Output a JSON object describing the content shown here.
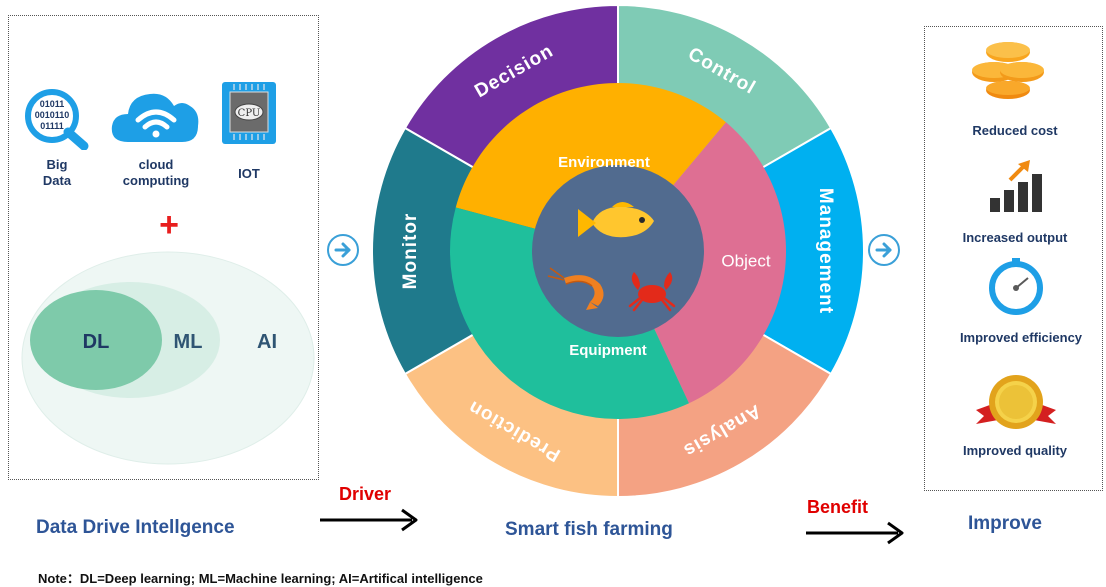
{
  "left_panel": {
    "tech_items": [
      {
        "label_line1": "Big",
        "label_line2": "Data",
        "icon": "big-data-icon",
        "binary_lines": [
          "01011",
          "0010110",
          "01111"
        ]
      },
      {
        "label_line1": "cloud",
        "label_line2": "computing",
        "icon": "cloud-wifi-icon"
      },
      {
        "label_line1": "IOT",
        "label_line2": "",
        "icon": "cpu-chip-icon",
        "chip_text": "CPU"
      }
    ],
    "plus_symbol": "+",
    "venn": {
      "inner": "DL",
      "middle": "ML",
      "outer": "AI"
    },
    "bottom_title": "Data Drive Intellgence"
  },
  "driver_label": "Driver",
  "benefit_label": "Benefit",
  "wheel": {
    "outer_segments": [
      "Decision",
      "Control",
      "Management",
      "Analysis",
      "Prediction",
      "Monitor"
    ],
    "middle_segments": [
      "Environment",
      "Object",
      "Equipment"
    ],
    "center_icons": [
      "fish-icon",
      "shrimp-icon",
      "crab-icon"
    ],
    "bottom_title": "Smart fish farming"
  },
  "right_panel": {
    "benefits": [
      {
        "label": "Reduced cost",
        "icon": "coins-icon"
      },
      {
        "label": "Increased output",
        "icon": "bar-growth-icon"
      },
      {
        "label": "Improved efficiency",
        "icon": "stopwatch-icon"
      },
      {
        "label": "Improved quality",
        "icon": "quality-medal-icon"
      }
    ],
    "bottom_title": "Improve"
  },
  "note": "Note：DL=Deep learning; ML=Machine learning; AI=Artifical intelligence",
  "colors": {
    "decision": "#7030a0",
    "control": "#7fcbb5",
    "management": "#00b0f0",
    "analysis": "#f4a283",
    "prediction": "#fcc183",
    "monitor": "#1f7a8c",
    "environment": "#ffb000",
    "object": "#de6f93",
    "equipment": "#1fbf9c",
    "center": "#516b8f"
  }
}
